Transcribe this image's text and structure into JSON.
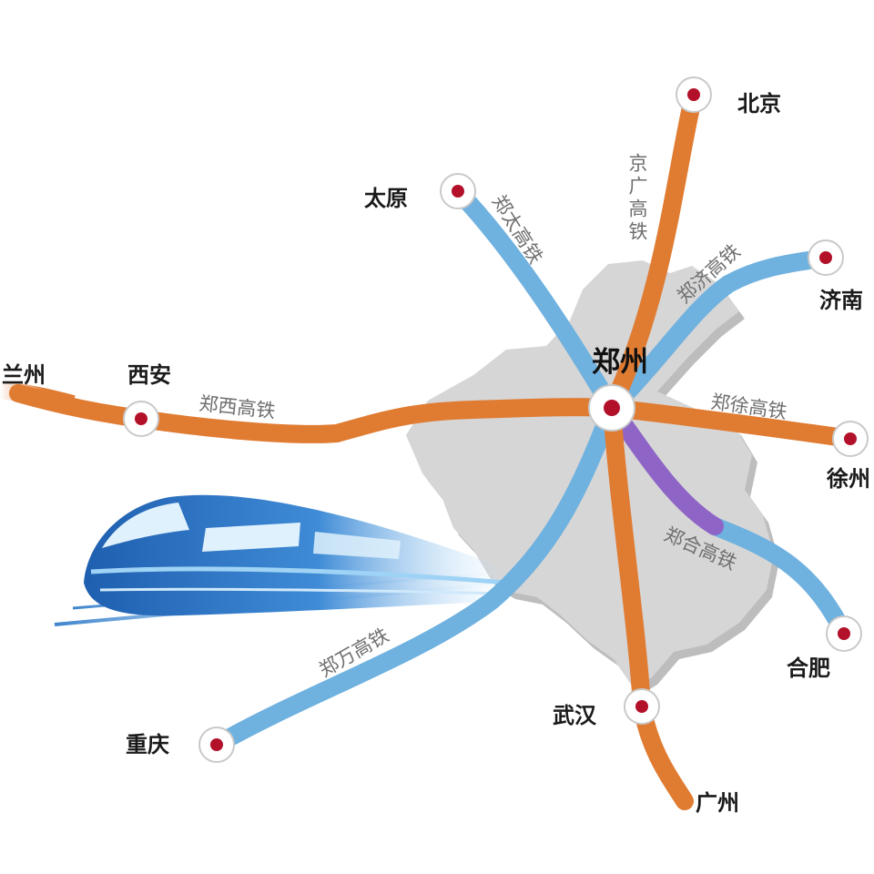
{
  "hub": {
    "name": "郑州"
  },
  "cities": [
    {
      "id": "beijing",
      "name": "北京"
    },
    {
      "id": "taiyuan",
      "name": "太原"
    },
    {
      "id": "jinan",
      "name": "济南"
    },
    {
      "id": "lanzhou",
      "name": "兰州"
    },
    {
      "id": "xian",
      "name": "西安"
    },
    {
      "id": "xuzhou",
      "name": "徐州"
    },
    {
      "id": "hefei",
      "name": "合肥"
    },
    {
      "id": "wuhan",
      "name": "武汉"
    },
    {
      "id": "chongqing",
      "name": "重庆"
    },
    {
      "id": "guangzhou",
      "name": "广州"
    }
  ],
  "lines": [
    {
      "id": "jingguang",
      "name": "京广高铁",
      "color": "#e07b32"
    },
    {
      "id": "zhengtai",
      "name": "郑太高铁",
      "color": "#6fb1df"
    },
    {
      "id": "zhengji",
      "name": "郑济高铁",
      "color": "#6fb1df"
    },
    {
      "id": "zhengxi",
      "name": "郑西高铁",
      "color": "#e07b32"
    },
    {
      "id": "zhengxu",
      "name": "郑徐高铁",
      "color": "#e07b32"
    },
    {
      "id": "zhenghe",
      "name": "郑合高铁",
      "color": "#6fb1df",
      "accent": "#8e64c6"
    },
    {
      "id": "zhengwan",
      "name": "郑万高铁",
      "color": "#6fb1df"
    }
  ],
  "colors": {
    "province": "#d6d6d6",
    "province_shadow": "#bdbdbd",
    "station_ring": "#ffffff",
    "station_dot": "#b3102a",
    "train_body": "#1f5fb0",
    "train_light": "#9fd3f5"
  }
}
